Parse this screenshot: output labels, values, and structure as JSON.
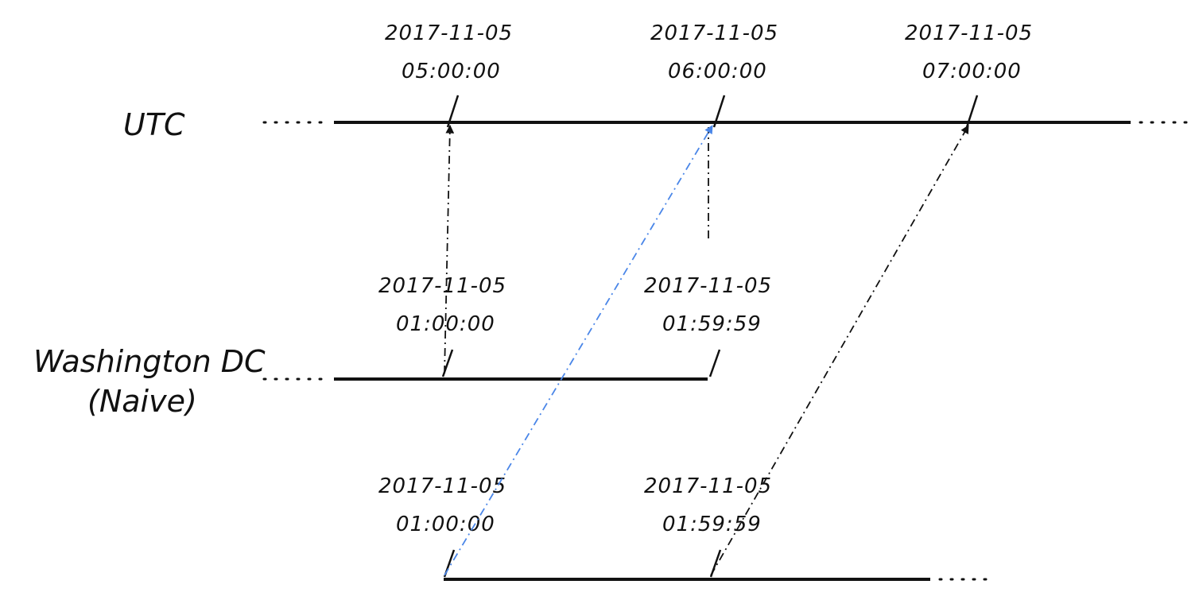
{
  "rows": {
    "utc": {
      "label": "UTC",
      "ticks": [
        {
          "date": "2017-11-05",
          "time": "05:00:00"
        },
        {
          "date": "2017-11-05",
          "time": "06:00:00"
        },
        {
          "date": "2017-11-05",
          "time": "07:00:00"
        }
      ]
    },
    "washington": {
      "label_line1": "Washington DC",
      "label_line2": "(Naive)",
      "ticks": [
        {
          "date": "2017-11-05",
          "time": "01:00:00"
        },
        {
          "date": "2017-11-05",
          "time": "01:59:59"
        }
      ]
    },
    "third": {
      "ticks": [
        {
          "date": "2017-11-05",
          "time": "01:00:00"
        },
        {
          "date": "2017-11-05",
          "time": "01:59:59"
        }
      ]
    }
  },
  "colors": {
    "line": "#111111",
    "highlight_connector": "#4a86e8"
  }
}
